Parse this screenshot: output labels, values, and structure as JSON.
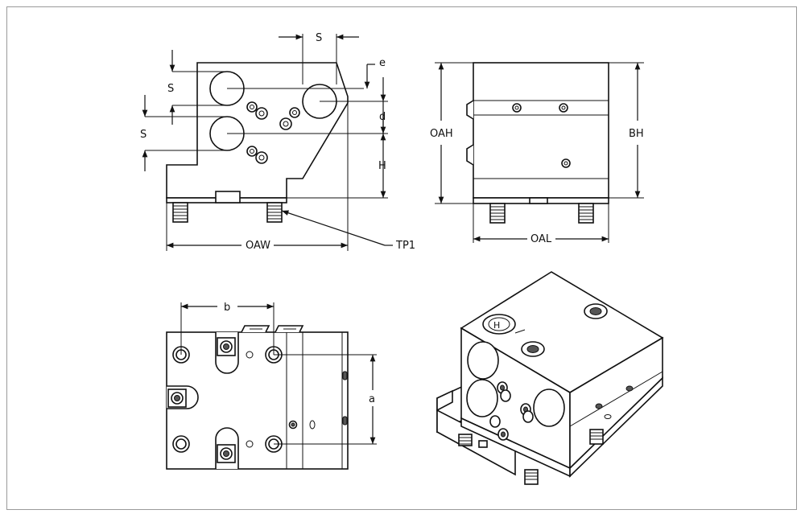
{
  "labels": {
    "s_top": "S",
    "s_left_1": "S",
    "s_left_2": "S",
    "e": "e",
    "d": "d",
    "h": "H",
    "oaw": "OAW",
    "tp1": "TP1",
    "oah": "OAH",
    "bh": "BH",
    "oal": "OAL",
    "b": "b",
    "a": "a"
  },
  "colors": {
    "line": "#111111",
    "frame": "#9a9a9a",
    "fill": "#ffffff",
    "shade": "#d9d9d9"
  }
}
